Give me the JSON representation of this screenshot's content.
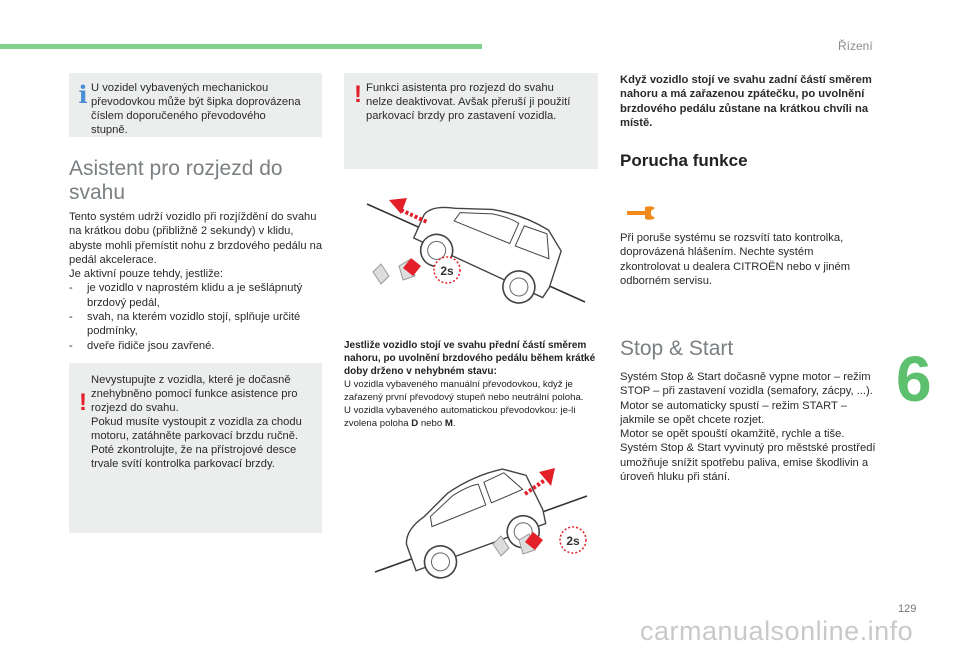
{
  "header": {
    "section": "Řízení",
    "accent_color": "#7fd18b"
  },
  "col1": {
    "info_box": "U vozidel vybavených mechanickou\npřevodovkou může být šipka doprovázena\nčíslem doporučeného převodového\nstupně.",
    "heading": "Asistent pro rozjezd do svahu",
    "para1": "Tento systém udrží vozidlo při rozjíždění do svahu na krátkou dobu (přibližně 2 sekundy) v klidu, abyste mohli přemístit nohu z brzdového pedálu na pedál akcelerace.",
    "para2": "Je aktivní pouze tehdy, jestliže:",
    "bullets": [
      "je vozidlo v naprostém klidu a je sešlápnutý brzdový pedál,",
      "svah, na kterém vozidlo stojí, splňuje určité podmínky,",
      "dveře řidiče jsou zavřené."
    ],
    "warn_box": "Nevystupujte z vozidla, které je dočasně\nznehybněno pomocí funkce asistence pro\nrozjezd do svahu.\nPokud musíte vystoupit z vozidla za chodu\nmotoru, zatáhněte parkovací brzdu ručně.\nPoté zkontrolujte, že na přístrojové desce\ntrvale svítí kontrolka parkovací brzdy."
  },
  "col2": {
    "warn_box": "Funkci asistenta pro rozjezd do svahu\nnelze deaktivovat. Avšak přeruší ji použití\nparkovací brzdy pro zastavení vozidla.",
    "caption_lead": "Jestliže vozidlo stojí ve svahu přední částí směrem nahoru, po uvolnění brzdového pedálu během krátké doby drženo v nehybném stavu:",
    "caption_manual": "U vozidla vybaveného manuální převodovkou, když je zařazený první převodový stupeň nebo neutrální poloha.",
    "caption_auto_pre": "U vozidla vybaveného automatickou převodovkou: je-li zvolena poloha ",
    "caption_auto_d": "D",
    "caption_auto_mid": " nebo ",
    "caption_auto_m": "M",
    "caption_auto_end": ".",
    "badge_2s": "2s",
    "badge_2s_b": "2s"
  },
  "col3": {
    "intro": "Když vozidlo stojí ve svahu zadní částí směrem nahoru a má zařazenou zpátečku, po uvolnění brzdového pedálu zůstane na krátkou chvíli na místě.",
    "fault_heading": "Porucha funkce",
    "fault_icon": "wrench-icon",
    "fault_icon_color": "#f08a1a",
    "fault_text": "Při poruše systému se rozsvítí tato kontrolka, doprovázená hlášením. Nechte systém zkontrolovat u dealera CITROËN nebo v jiném odborném servisu.",
    "ss_heading": "Stop & Start",
    "ss_para1": "Systém Stop & Start dočasně vypne motor – režim STOP – při zastavení vozidla (semafory, zácpy, ...). Motor se automaticky spustí – režim START – jakmile se opět chcete rozjet.",
    "ss_para2": "Motor se opět spouští okamžitě, rychle a tiše.",
    "ss_para3": "Systém Stop & Start vyvinutý pro městské prostředí umožňuje snížit spotřebu paliva, emise škodlivin a úroveň hluku při stání."
  },
  "chapter": "6",
  "page": "129",
  "watermark": "carmanualsonline.info",
  "colors": {
    "warning": "#e3202a",
    "info": "#4a8fd6",
    "heading_gray": "#7a7f82",
    "chapter_green": "#5dc06e"
  }
}
